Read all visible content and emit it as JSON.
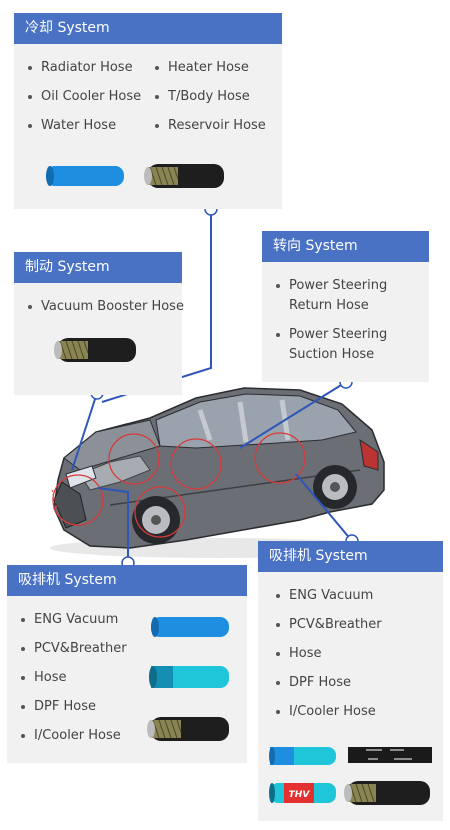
{
  "cooling": {
    "title": "冷却 System",
    "items": [
      "Radiator Hose",
      "Heater Hose",
      "Oil Cooler Hose",
      "T/Body Hose",
      "Water Hose",
      "Reservoir Hose"
    ]
  },
  "brake": {
    "title": "制动 System",
    "items": [
      "Vacuum Booster Hose"
    ]
  },
  "steering": {
    "title": "转向 System",
    "items": [
      "Power Steering Return Hose",
      "Power Steering Suction Hose"
    ]
  },
  "intake_left": {
    "title": "吸排机 System",
    "items": [
      "ENG Vacuum",
      "PCV&Breather",
      "Hose",
      "DPF Hose",
      "I/Cooler Hose"
    ]
  },
  "intake_right": {
    "title": "吸排机 System",
    "items": [
      "ENG Vacuum",
      "PCV&Breather",
      "Hose",
      "DPF Hose",
      "I/Cooler Hose"
    ],
    "hose_labels": [
      "THV"
    ]
  },
  "colors": {
    "header": "#4a72c4",
    "panel_bg": "#f1f1f1",
    "connector": "#2d56b8",
    "hose_blue": "#1e8fe0",
    "hose_cyan": "#1fc6d9",
    "hose_red": "#e53030"
  }
}
